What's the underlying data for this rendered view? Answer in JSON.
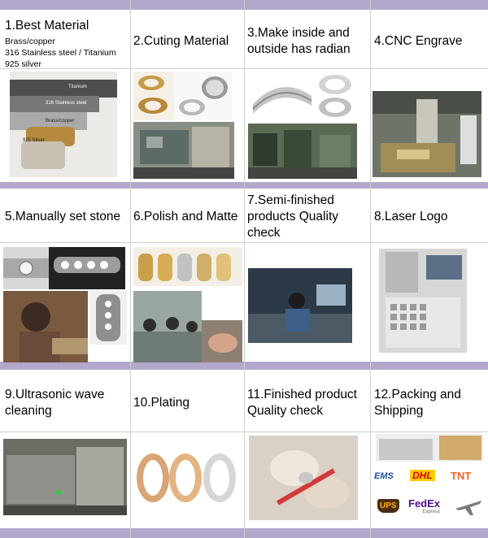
{
  "steps": [
    {
      "title": "1.Best Material",
      "lines": [
        "Brass/copper",
        "316 Stainless steel / Titanium",
        "925 silver"
      ]
    },
    {
      "title": "2.Cuting Material"
    },
    {
      "title": "3.Make inside and outside has radian"
    },
    {
      "title": "4.CNC Engrave"
    },
    {
      "title": "5.Manually set stone"
    },
    {
      "title": "6.Polish and Matte"
    },
    {
      "title": "7.Semi-finished products Quality check"
    },
    {
      "title": "8.Laser Logo"
    },
    {
      "title": "9.Ultrasonic wave cleaning"
    },
    {
      "title": "10.Plating"
    },
    {
      "title": "11.Finished product Quality check"
    },
    {
      "title": "12.Packing and Shipping"
    }
  ],
  "photo_labels": {
    "titanium": "Titanium",
    "steel": "316 Stainless steel",
    "brass": "Brass/copper",
    "silver": "925 Silver"
  },
  "carriers": [
    "EMS",
    "DHL",
    "TNT",
    "UPS",
    "FedEx",
    "Express"
  ],
  "colors": {
    "band": "#b3a8cc",
    "grid": "#cfcfcf"
  }
}
